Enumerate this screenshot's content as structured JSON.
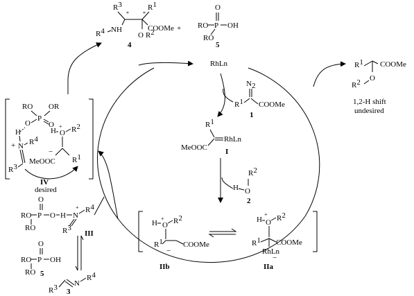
{
  "catalyst": {
    "label": "RhLn"
  },
  "product_4": {
    "r3": "R",
    "r3_sup": "3",
    "r1": "R",
    "r1_sup": "1",
    "nh": "NH",
    "r4": "R",
    "r4_sup": "4",
    "coome": "COOMe",
    "or2": "O",
    "or2_r": "R",
    "or2_sup": "2",
    "stereo1": "*",
    "stereo2": "*",
    "number": "4"
  },
  "plus_sign": "+",
  "acid_5_top": {
    "o_double": "O",
    "ro1": "RO",
    "p": "P",
    "oh": "OH",
    "ro2": "RO",
    "number": "5"
  },
  "diazo_1": {
    "n2": "N",
    "n2_sub": "2",
    "r1": "R",
    "r1_sup": "1",
    "coome": "COOMe",
    "number": "1"
  },
  "carbene_I": {
    "r1": "R",
    "r1_sup": "1",
    "rhln": "RhLn",
    "meooc": "MeOOC",
    "number": "I"
  },
  "alcohol_2": {
    "r2": "R",
    "r2_sup": "2",
    "h": "H",
    "o": "O",
    "number": "2"
  },
  "side_product": {
    "r1": "R",
    "r1_sup": "1",
    "coome": "COOMe",
    "r2": "R",
    "r2_sup": "2",
    "o": "O",
    "note_line1": "1,2-H shift",
    "note_line2": "undesired"
  },
  "ylide_IIa": {
    "h": "H",
    "plus": "+",
    "o": "O",
    "r2": "R",
    "r2_sup": "2",
    "r1": "R",
    "r1_sup": "1",
    "coome": "COOMe",
    "rhln": "RhLn",
    "minus": "−",
    "number": "IIa"
  },
  "enolate_IIb": {
    "h": "H",
    "plus": "+",
    "o": "O",
    "r2": "R",
    "r2_sup": "2",
    "r1": "R",
    "r1_sup": "1",
    "coome": "COOMe",
    "minus": "−",
    "number": "IIb"
  },
  "complex_IV": {
    "ro1": "RO",
    "ro2": "OR",
    "p": "P",
    "o1": "O",
    "o2": "O",
    "h1": "H",
    "h2": "H",
    "plus_o": "+",
    "o": "O",
    "r2": "R",
    "r2_sup": "2",
    "plus_n": "+",
    "n": "N",
    "r4": "R",
    "r4_sup": "4",
    "minus": "−",
    "meooc": "MeOOC",
    "r1": "R",
    "r1_sup": "1",
    "r3": "R",
    "r3_sup": "3",
    "number": "IV",
    "note": "desired"
  },
  "ion_pair_III": {
    "o_double": "O",
    "ro1": "RO",
    "p": "P",
    "o_minus": "O",
    "h": "H",
    "plus": "+",
    "n": "N",
    "r4": "R",
    "r4_sup": "4",
    "ro2": "RO",
    "r3": "R",
    "r3_sup": "3",
    "number": "III"
  },
  "acid_5_bottom": {
    "o_double": "O",
    "ro1": "RO",
    "p": "P",
    "oh": "OH",
    "ro2": "RO",
    "number": "5"
  },
  "imine_3": {
    "n": "N",
    "r4": "R",
    "r4_sup": "4",
    "r3": "R",
    "r3_sup": "3",
    "number": "3"
  }
}
